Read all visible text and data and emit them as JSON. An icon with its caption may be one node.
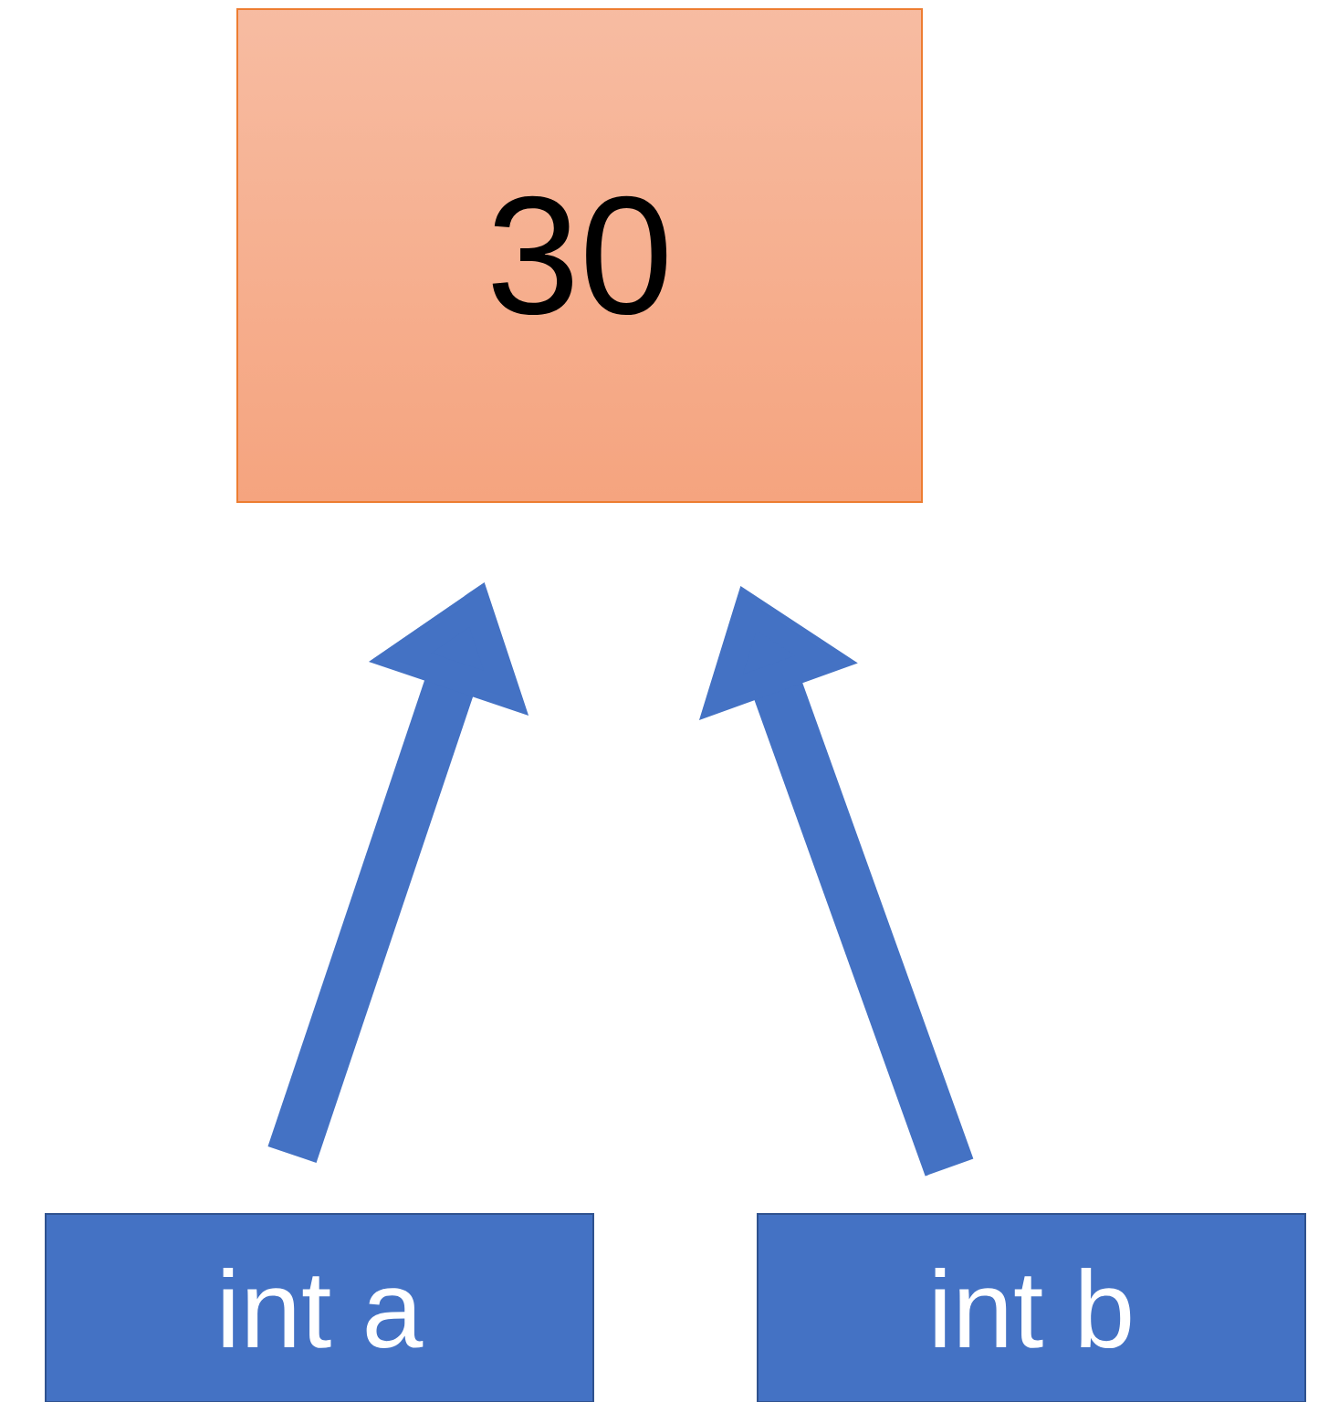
{
  "diagram": {
    "nodes": [
      {
        "text": [
          "30"
        ]
      },
      {
        "text": [
          "int a"
        ]
      },
      {
        "text": [
          "int b"
        ]
      }
    ],
    "edges": [
      {
        "from": 1,
        "to": 0,
        "arrow": "to"
      },
      {
        "from": 2,
        "to": 0,
        "arrow": "to"
      }
    ]
  }
}
